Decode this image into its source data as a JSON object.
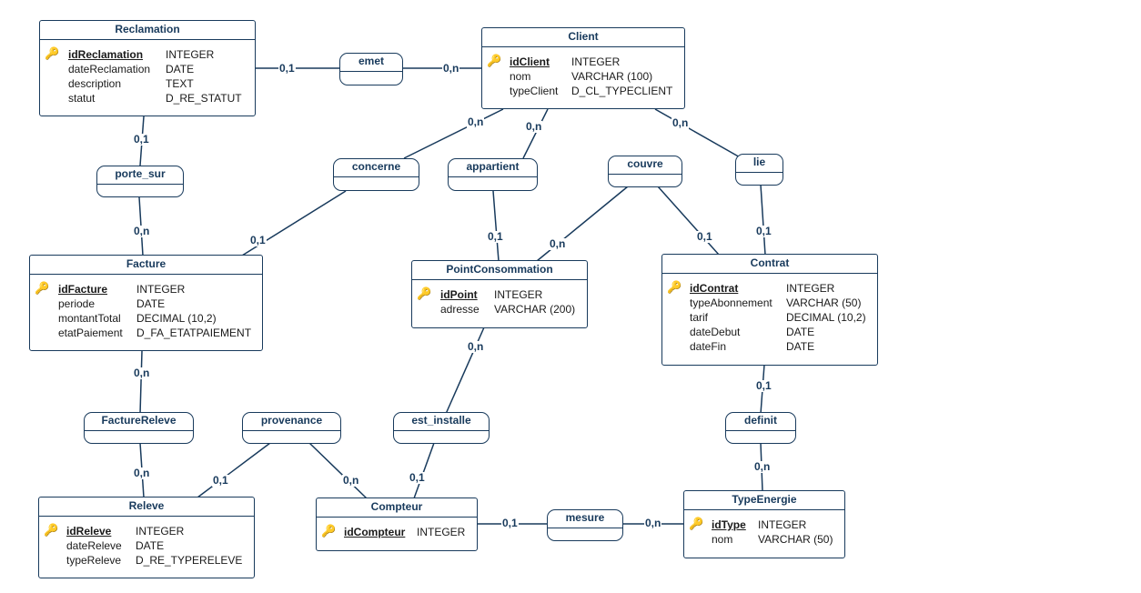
{
  "entities": {
    "reclamation": {
      "name": "Reclamation",
      "attributes": [
        {
          "name": "idReclamation",
          "type": "INTEGER",
          "pk": true
        },
        {
          "name": "dateReclamation",
          "type": "DATE"
        },
        {
          "name": "description",
          "type": "TEXT"
        },
        {
          "name": "statut",
          "type": "D_RE_STATUT"
        }
      ]
    },
    "client": {
      "name": "Client",
      "attributes": [
        {
          "name": "idClient",
          "type": "INTEGER",
          "pk": true
        },
        {
          "name": "nom",
          "type": "VARCHAR (100)"
        },
        {
          "name": "typeClient",
          "type": "D_CL_TYPECLIENT"
        }
      ]
    },
    "facture": {
      "name": "Facture",
      "attributes": [
        {
          "name": "idFacture",
          "type": "INTEGER",
          "pk": true
        },
        {
          "name": "periode",
          "type": "DATE"
        },
        {
          "name": "montantTotal",
          "type": "DECIMAL (10,2)"
        },
        {
          "name": "etatPaiement",
          "type": "D_FA_ETATPAIEMENT"
        }
      ]
    },
    "point": {
      "name": "PointConsommation",
      "attributes": [
        {
          "name": "idPoint",
          "type": "INTEGER",
          "pk": true
        },
        {
          "name": "adresse",
          "type": "VARCHAR (200)"
        }
      ]
    },
    "contrat": {
      "name": "Contrat",
      "attributes": [
        {
          "name": "idContrat",
          "type": "INTEGER",
          "pk": true
        },
        {
          "name": "typeAbonnement",
          "type": "VARCHAR (50)"
        },
        {
          "name": "tarif",
          "type": "DECIMAL (10,2)"
        },
        {
          "name": "dateDebut",
          "type": "DATE"
        },
        {
          "name": "dateFin",
          "type": "DATE"
        }
      ]
    },
    "releve": {
      "name": "Releve",
      "attributes": [
        {
          "name": "idReleve",
          "type": "INTEGER",
          "pk": true
        },
        {
          "name": "dateReleve",
          "type": "DATE"
        },
        {
          "name": "typeReleve",
          "type": "D_RE_TYPERELEVE"
        }
      ]
    },
    "compteur": {
      "name": "Compteur",
      "attributes": [
        {
          "name": "idCompteur",
          "type": "INTEGER",
          "pk": true
        }
      ]
    },
    "typeenergie": {
      "name": "TypeEnergie",
      "attributes": [
        {
          "name": "idType",
          "type": "INTEGER",
          "pk": true
        },
        {
          "name": "nom",
          "type": "VARCHAR (50)"
        }
      ]
    }
  },
  "associations": {
    "emet": "emet",
    "porte_sur": "porte_sur",
    "concerne": "concerne",
    "appartient": "appartient",
    "couvre": "couvre",
    "lie": "lie",
    "facturereleve": "FactureReleve",
    "provenance": "provenance",
    "est_installe": "est_installe",
    "definit": "definit",
    "mesure": "mesure"
  },
  "cardinalities": {
    "emet_reclamation": "0,1",
    "emet_client": "0,n",
    "concerne_client": "0,n",
    "appartient_client": "0,n",
    "lie_client": "0,n",
    "porte_sur_reclamation": "0,1",
    "porte_sur_facture": "0,n",
    "concerne_facture": "0,1",
    "appartient_point": "0,1",
    "couvre_point": "0,n",
    "couvre_contrat": "0,1",
    "lie_contrat": "0,1",
    "facturereleve_facture": "0,n",
    "facturereleve_releve": "0,n",
    "provenance_releve": "0,1",
    "provenance_compteur": "0,n",
    "est_installe_point": "0,n",
    "est_installe_compteur": "0,1",
    "definit_contrat": "0,1",
    "definit_typeenergie": "0,n",
    "mesure_compteur": "0,1",
    "mesure_typeenergie": "0,n"
  },
  "icons": {
    "primary_key": "key-icon"
  },
  "colors": {
    "border": "#183a5c",
    "text": "#183a5c"
  }
}
